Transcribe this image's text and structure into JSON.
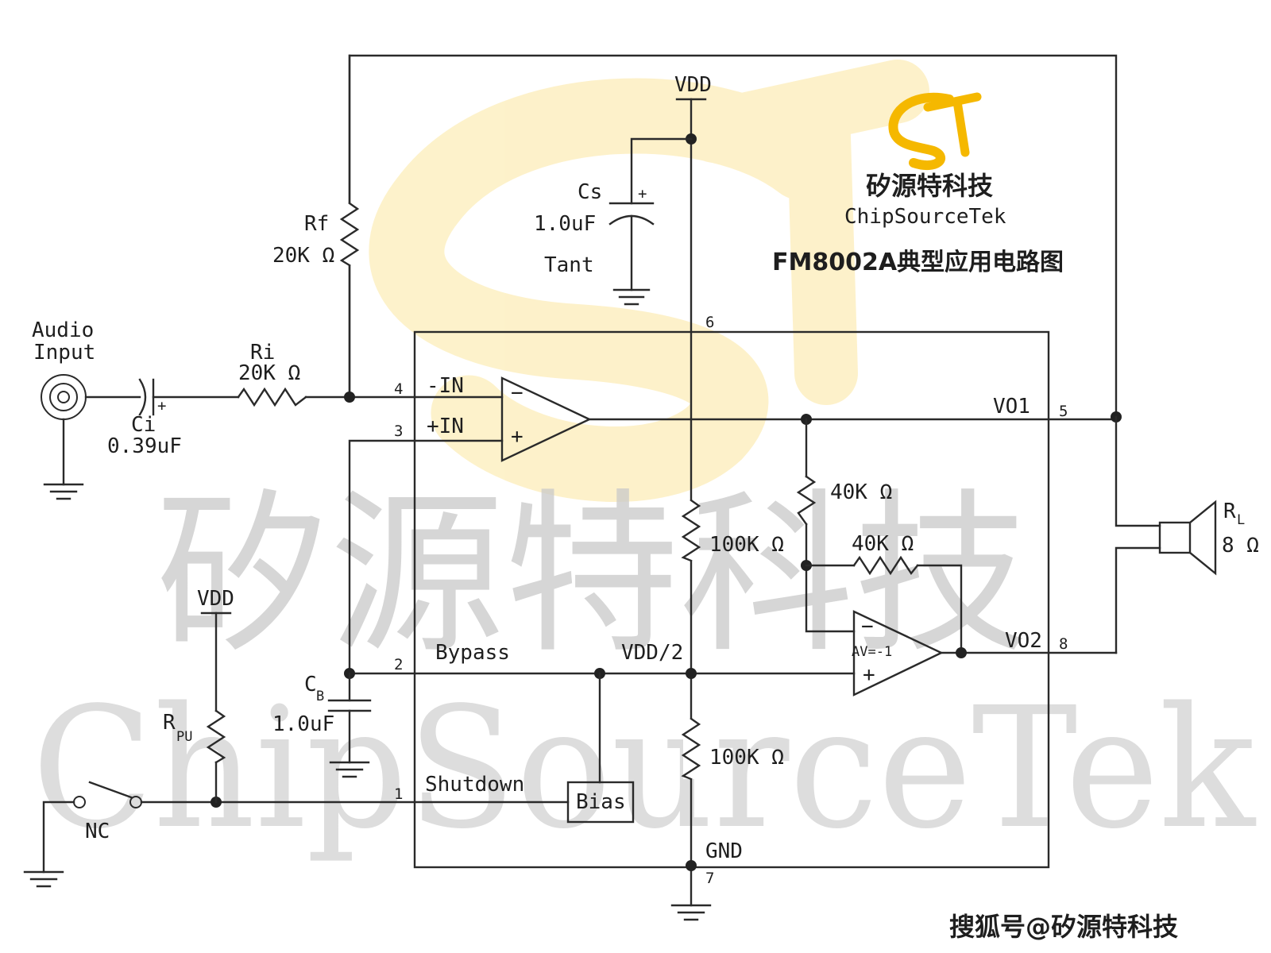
{
  "title": "FM8002A典型应用电路图",
  "brand": {
    "cn": "矽源特科技",
    "en": "ChipSourceTek"
  },
  "watermark": {
    "cn": "矽源特科技",
    "en": "ChipSourceTek"
  },
  "credit": "搜狐号@矽源特科技",
  "colors": {
    "logo_yellow": "#F7C600",
    "logo_soft": "#FCEBA8",
    "ink": "#222222",
    "watermark_gray": "#C9C9C9"
  },
  "components": {
    "audio_input": {
      "line1": "Audio",
      "line2": "Input"
    },
    "ci": {
      "name": "Ci",
      "value": "0.39uF"
    },
    "ri": {
      "name": "Ri",
      "value": "20K Ω"
    },
    "rf": {
      "name": "Rf",
      "value": "20K Ω"
    },
    "cs": {
      "name": "Cs",
      "value": "1.0uF",
      "type": "Tant"
    },
    "cb": {
      "name": "C",
      "sub": "B",
      "value": "1.0uF"
    },
    "rpu": {
      "name": "R",
      "sub": "PU"
    },
    "rl": {
      "name": "R",
      "sub": "L",
      "value": "8 Ω"
    },
    "r40_a": "40K Ω",
    "r40_b": "40K Ω",
    "r100_a": "100K Ω",
    "r100_b": "100K Ω",
    "switch": "NC",
    "bias": "Bias",
    "amp2_gain": "AV=-1",
    "amp_minus": "−",
    "amp_plus": "+",
    "cap_plus": "+"
  },
  "nets": {
    "vdd_top": "VDD",
    "vdd_left": "VDD",
    "neg_in": "-IN",
    "pos_in": "+IN",
    "bypass": "Bypass",
    "vdd_half": "VDD/2",
    "shutdown": "Shutdown",
    "vo1": "VO1",
    "vo2": "VO2",
    "gnd": "GND"
  },
  "pins": {
    "p1": "1",
    "p2": "2",
    "p3": "3",
    "p4": "4",
    "p5": "5",
    "p6": "6",
    "p7": "7",
    "p8": "8"
  }
}
